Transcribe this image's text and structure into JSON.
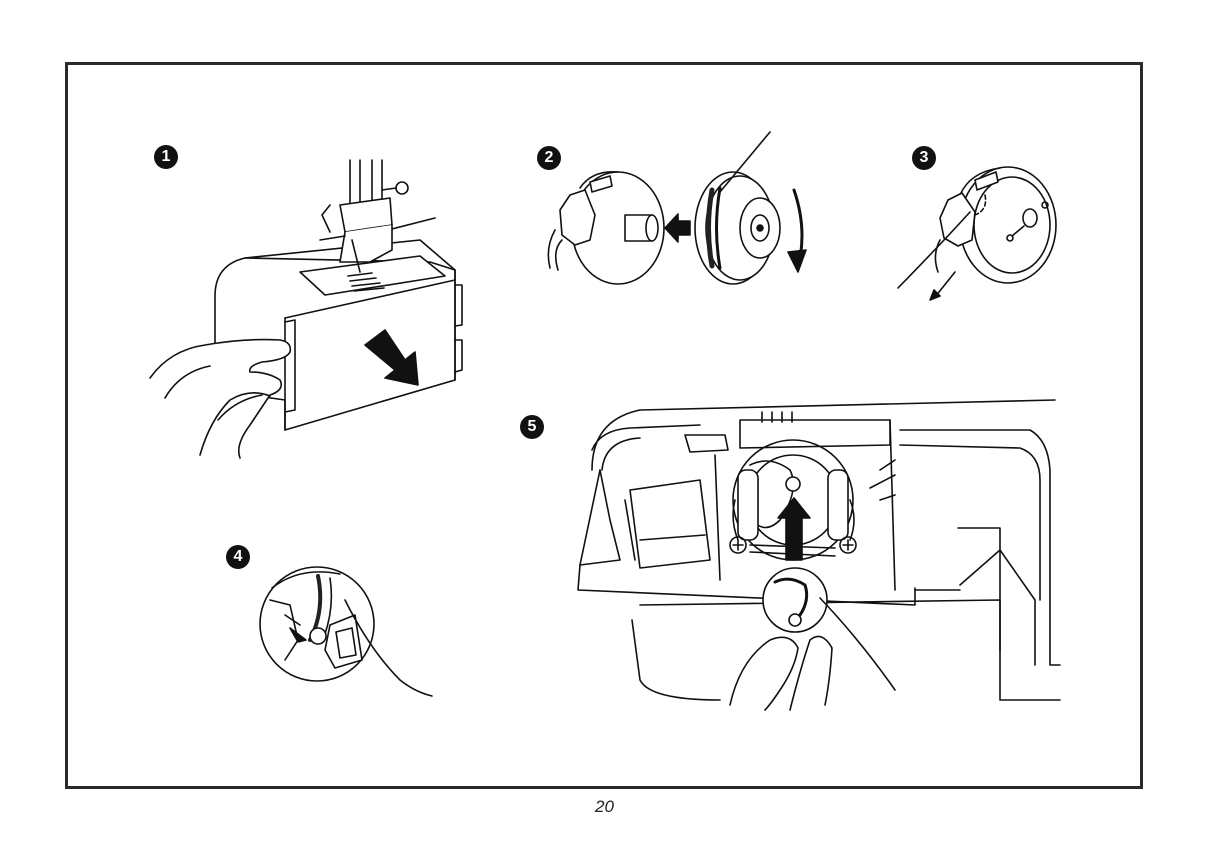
{
  "steps": [
    {
      "label": "1"
    },
    {
      "label": "2"
    },
    {
      "label": "3"
    },
    {
      "label": "4"
    },
    {
      "label": "5"
    }
  ],
  "page_number": "20"
}
